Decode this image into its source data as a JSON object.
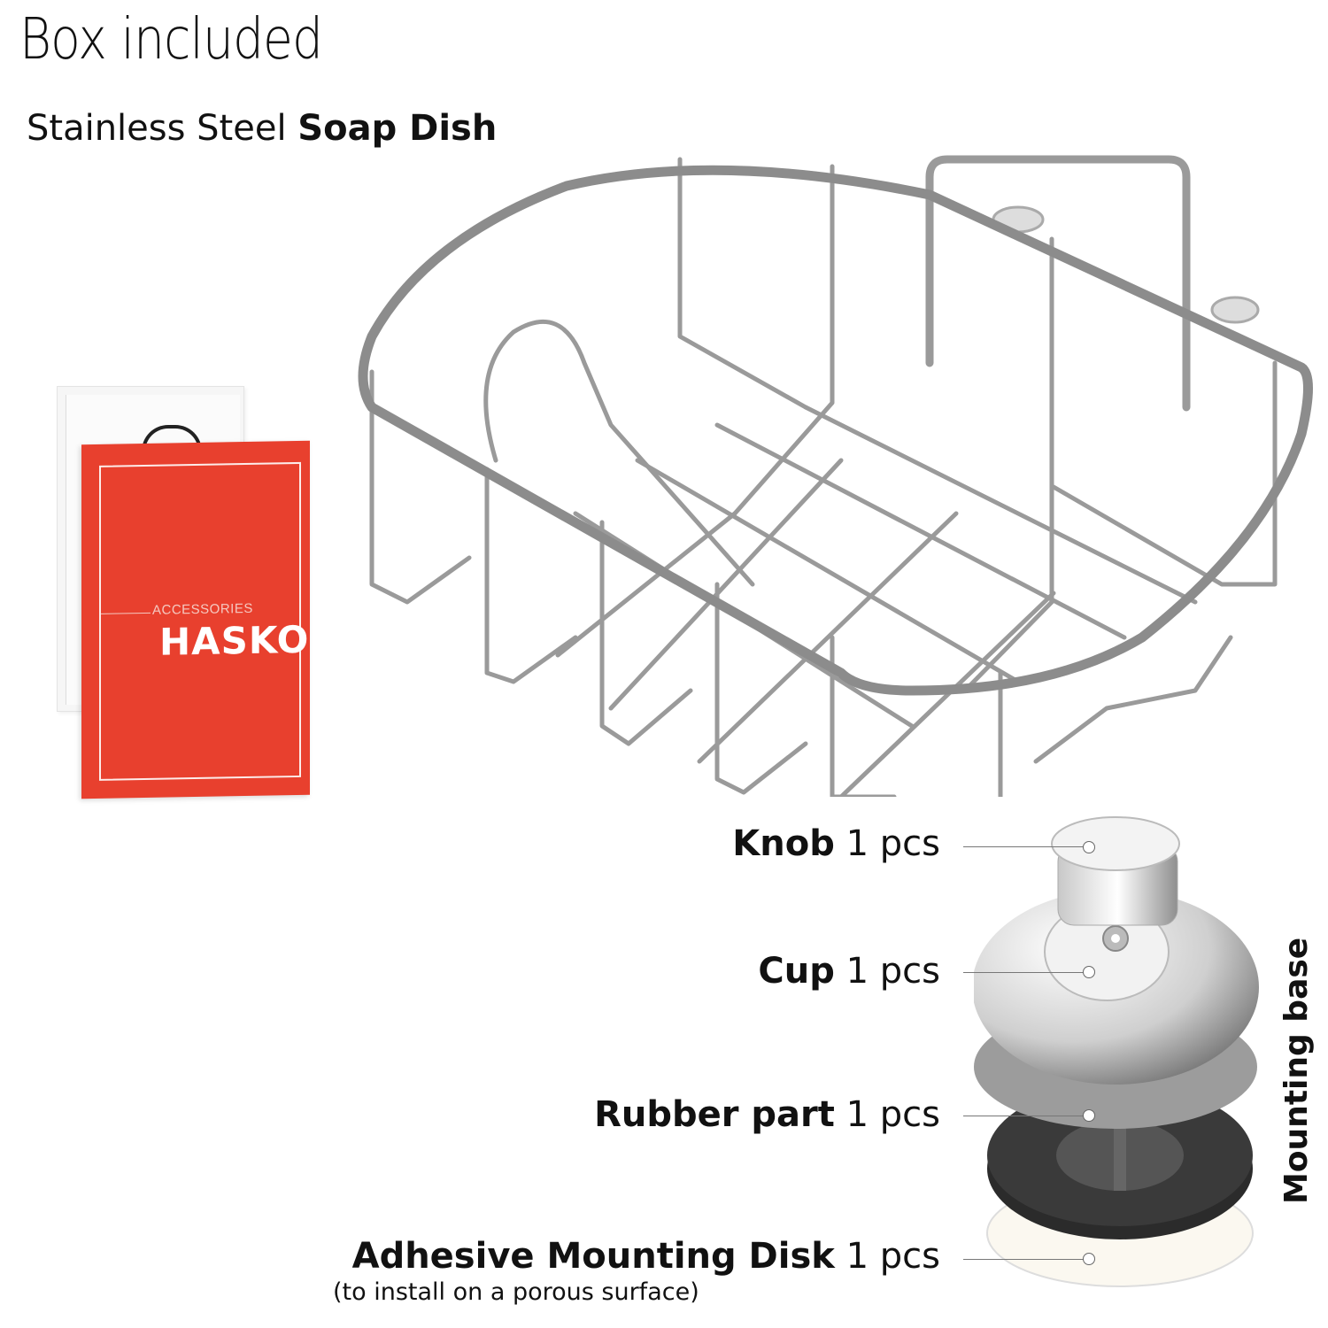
{
  "header": {
    "title": "Box included",
    "subtitle_regular": "Stainless Steel ",
    "subtitle_bold": "Soap Dish"
  },
  "manual_card": {
    "brand": "HASKO",
    "tagline": "ACCESSORIES",
    "color": "#e8402e"
  },
  "parts": [
    {
      "name": "Knob",
      "qty": " 1 pcs"
    },
    {
      "name": "Cup",
      "qty": " 1 pcs"
    },
    {
      "name": "Rubber part",
      "qty": " 1 pcs"
    },
    {
      "name": "Adhesive Mounting Disk",
      "qty": " 1 pcs",
      "note": "(to install on a porous surface)"
    }
  ],
  "side_label": "Mounting base"
}
